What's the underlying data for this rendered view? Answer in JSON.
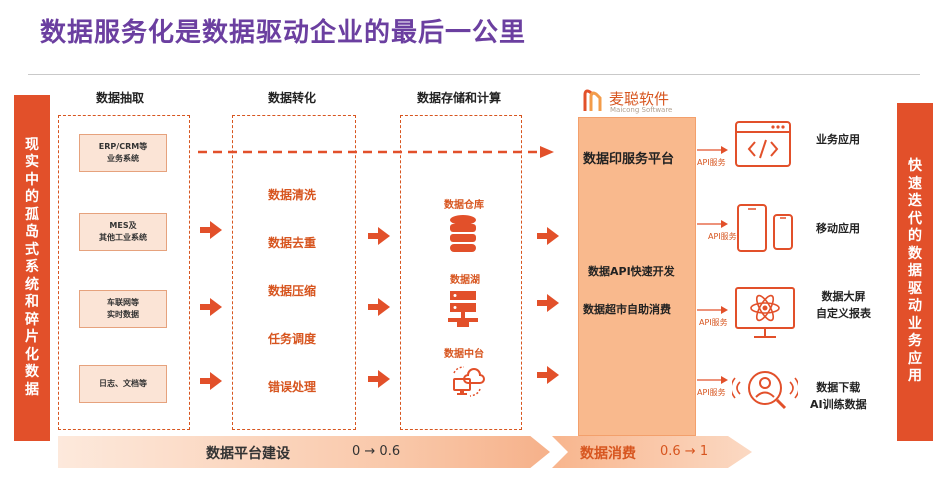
{
  "title": "数据服务化是数据驱动企业的最后一公里",
  "left_banner": "现实中的孤岛式系统和碎片化数据",
  "right_banner": "快速迭代的数据驱动业务应用",
  "columns": {
    "extract": "数据抽取",
    "transform": "数据转化",
    "store": "数据存储和计算"
  },
  "sources": [
    {
      "line1": "ERP/CRM等",
      "line2": "业务系统"
    },
    {
      "line1": "MES及",
      "line2": "其他工业系统"
    },
    {
      "line1": "车联网等",
      "line2": "实时数据"
    },
    {
      "line1": "日志、文档等",
      "line2": ""
    }
  ],
  "transforms": [
    "数据清洗",
    "数据去重",
    "数据压缩",
    "任务调度",
    "错误处理"
  ],
  "storage": [
    "数据仓库",
    "数据湖",
    "数据中台"
  ],
  "brand": {
    "name": "麦聪软件",
    "sub": "Maicong Software"
  },
  "platform": {
    "title": "数据印服务平台",
    "line1": "数据API快速开发",
    "line2": "数据超市自助消费"
  },
  "api_label": "API服务",
  "applications": [
    {
      "line1": "业务应用",
      "line2": ""
    },
    {
      "line1": "移动应用",
      "line2": ""
    },
    {
      "line1": "数据大屏",
      "line2": "自定义报表"
    },
    {
      "line1": "数据下载",
      "line2": "AI训练数据"
    }
  ],
  "bottom": {
    "build_label": "数据平台建设",
    "build_range": "0 → 0.6",
    "consume_label": "数据消费",
    "consume_range": "0.6 → 1"
  },
  "colors": {
    "accent": "#e2502a",
    "title": "#6b3fa0",
    "platform": "#f9b98d"
  }
}
